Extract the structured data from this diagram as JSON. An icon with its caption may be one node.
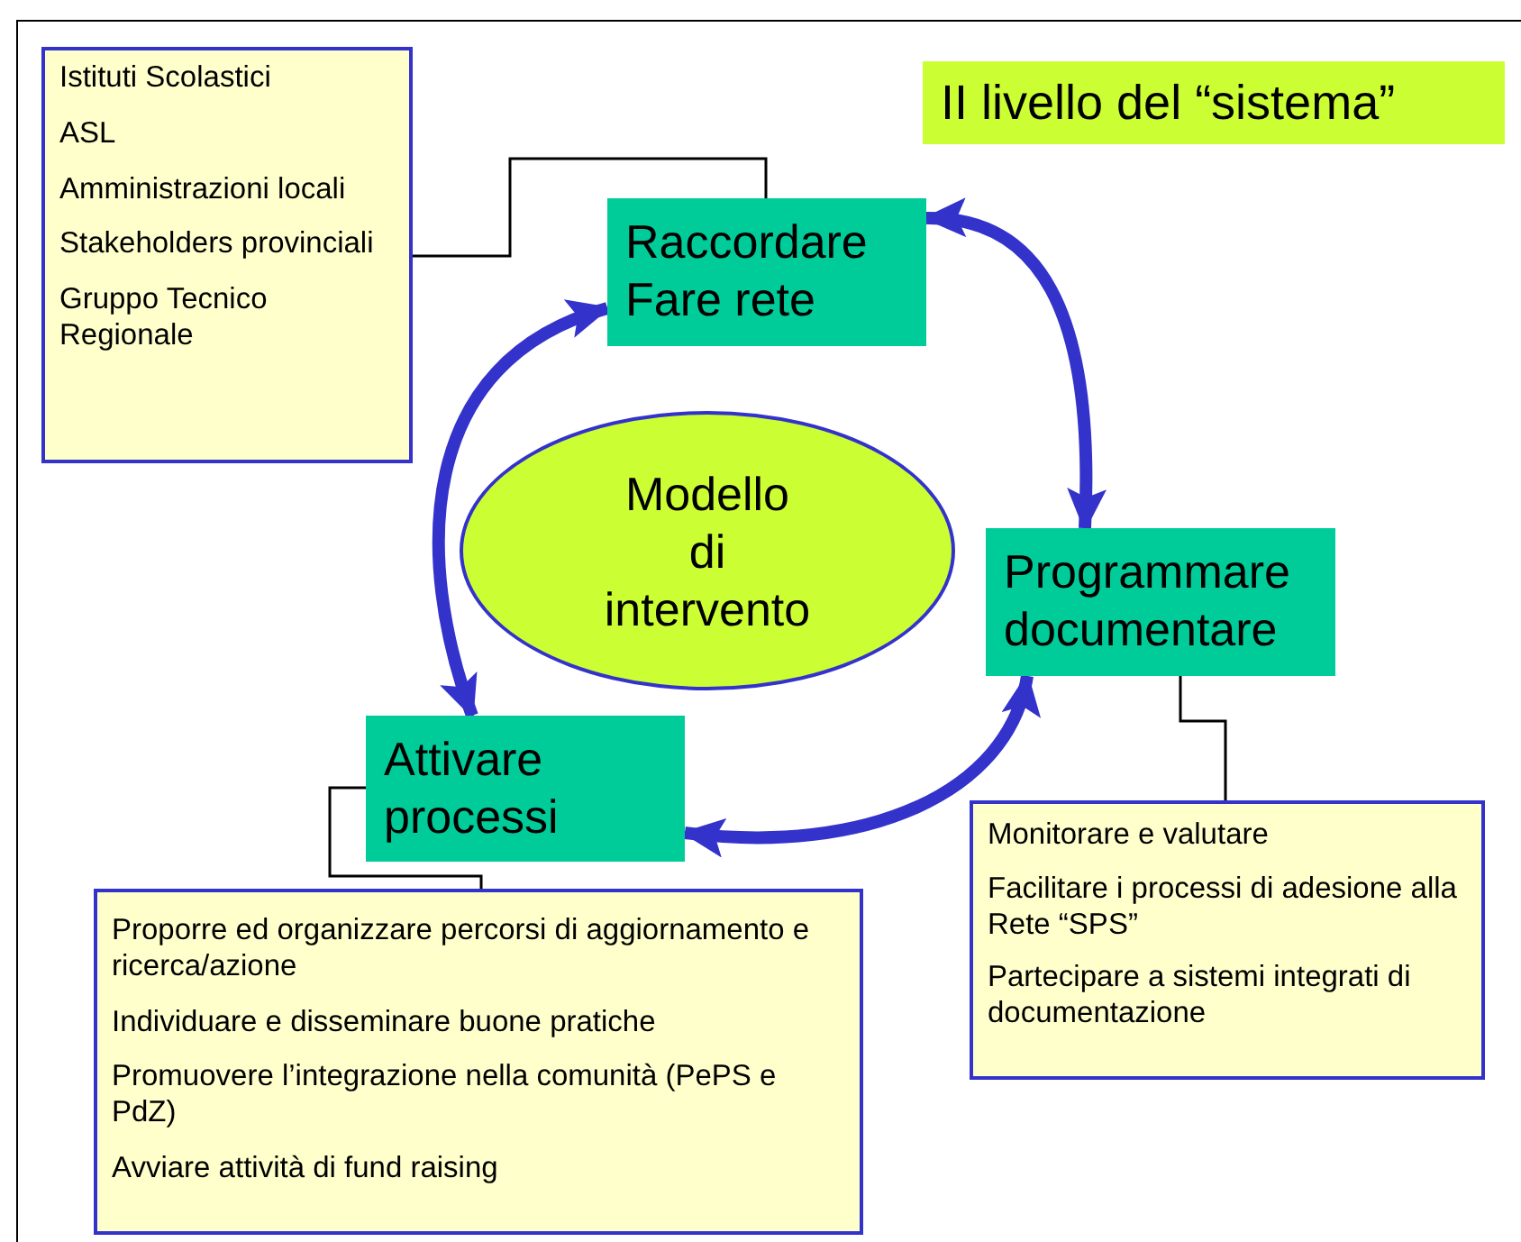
{
  "diagram": {
    "title": "II livello del “sistema”",
    "nodes": [
      {
        "text": [
          "Istituti Scolastici",
          "ASL",
          "Amministrazioni  locali",
          "Stakeholders provinciali",
          "Gruppo Tecnico Regionale"
        ]
      },
      {
        "text": [
          "Raccordare Fare rete"
        ]
      },
      {
        "text": [
          "Modello di intervento"
        ]
      },
      {
        "text": [
          "Programmare documentare"
        ]
      },
      {
        "text": [
          "Attivare processi"
        ]
      },
      {
        "text": [
          "Monitorare e valutare",
          "Facilitare i processi di adesione alla Rete “SPS”",
          "Partecipare a sistemi integrati di documentazione"
        ]
      },
      {
        "text": [
          "Proporre ed organizzare percorsi  di aggiornamento e ricerca/azione",
          "Individuare e disseminare buone pratiche",
          "Promuovere l’integrazione nella comunità (PePS e PdZ)",
          "Avviare attività di fund raising"
        ]
      }
    ],
    "edges": [
      {
        "from": 0,
        "to": 1,
        "arrow": "none"
      },
      {
        "from": 1,
        "to": 3,
        "arrow": "both",
        "style": "thick",
        "color": "#3333cc"
      },
      {
        "from": 3,
        "to": 4,
        "arrow": "both",
        "style": "thick",
        "color": "#3333cc"
      },
      {
        "from": 4,
        "to": 1,
        "arrow": "both",
        "style": "thick",
        "color": "#3333cc"
      },
      {
        "from": 3,
        "to": 5,
        "arrow": "none"
      },
      {
        "from": 4,
        "to": 6,
        "arrow": "none"
      }
    ]
  }
}
